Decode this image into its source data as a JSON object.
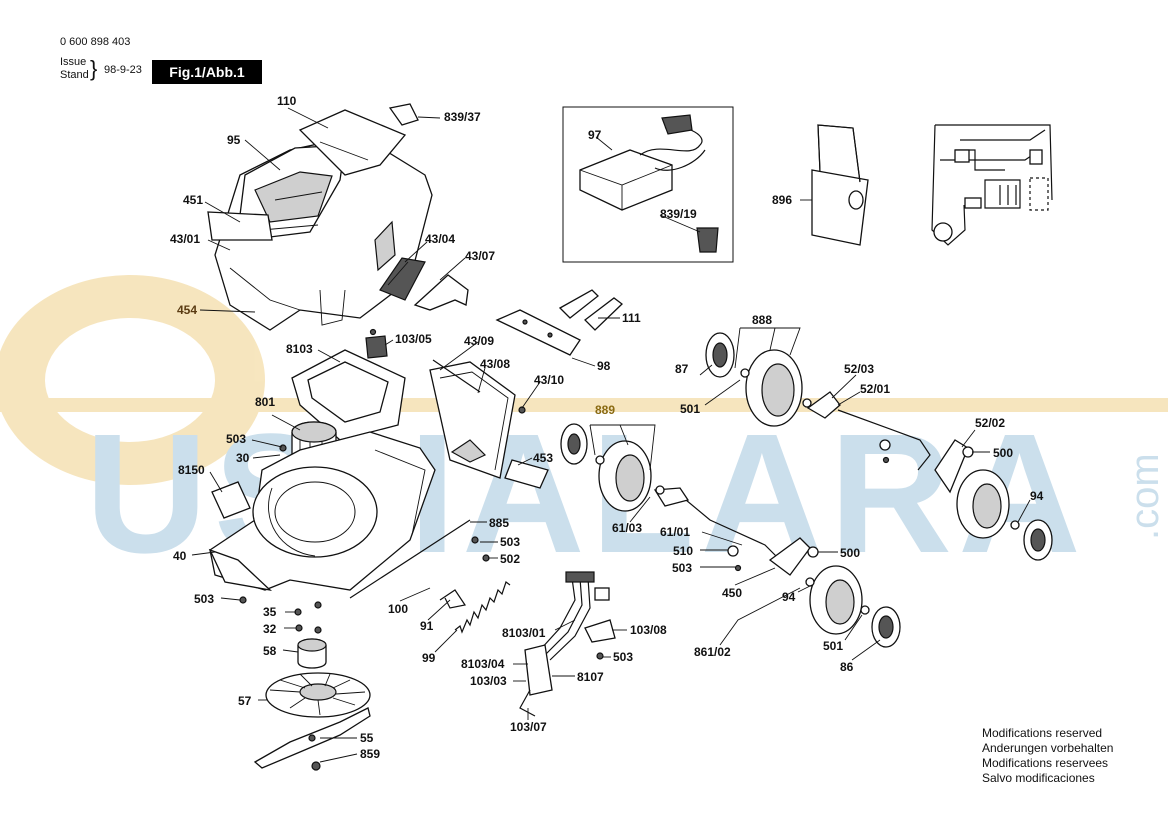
{
  "header": {
    "part_number": "0 600 898 403",
    "issue_label": "Issue",
    "stand_label": "Stand",
    "issue_date": "98-9-23",
    "figure_label": "Fig.1/Abb.1"
  },
  "watermark": {
    "text": "USHALARA",
    "suffix": ".com",
    "colors": {
      "blue": "#c6dcea",
      "gold": "#f6e3b8"
    }
  },
  "labels": {
    "l110": "110",
    "l83937": "839/37",
    "l95": "95",
    "l451": "451",
    "l4301": "43/01",
    "l454": "454",
    "l4304": "43/04",
    "l4307": "43/07",
    "l97": "97",
    "l83919": "839/19",
    "l896": "896",
    "l111": "111",
    "l98": "98",
    "l888": "888",
    "l10305": "103/05",
    "l8103": "8103",
    "l4309": "43/09",
    "l4308": "43/08",
    "l4310": "43/10",
    "l87": "87",
    "l501a": "501",
    "l5203": "52/03",
    "l5201": "52/01",
    "l889": "889",
    "l801": "801",
    "l503a": "503",
    "l30": "30",
    "l5202": "52/02",
    "l500a": "500",
    "l453": "453",
    "l8150": "8150",
    "l94a": "94",
    "l6103": "61/03",
    "l6101": "61/01",
    "l885": "885",
    "l503b": "503",
    "l502": "502",
    "l510": "510",
    "l500b": "500",
    "l40": "40",
    "l503c": "503",
    "l450": "450",
    "l94b": "94",
    "l503d": "503",
    "l35": "35",
    "l100": "100",
    "l32": "32",
    "l91": "91",
    "l810301": "8103/01",
    "l10308": "103/08",
    "l86102": "861/02",
    "l501b": "501",
    "l58": "58",
    "l503e": "503",
    "l99": "99",
    "l86": "86",
    "l810304": "8103/04",
    "l10303": "103/03",
    "l8107": "8107",
    "l57": "57",
    "l10307": "103/07",
    "l55": "55",
    "l859": "859"
  },
  "notes": [
    "Modifications reserved",
    "Anderungen vorbehalten",
    "Modifications reservees",
    "Salvo modificaciones"
  ]
}
